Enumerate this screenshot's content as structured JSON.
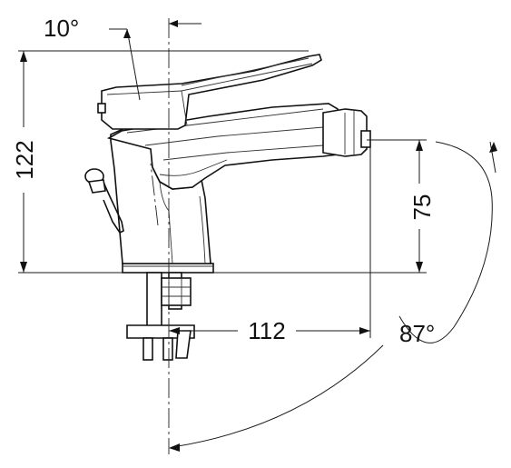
{
  "dimensions": {
    "lever_tilt": "10°",
    "overall_height": "122",
    "spout_height": "75",
    "spout_reach": "112",
    "swivel_angle": "87°"
  }
}
